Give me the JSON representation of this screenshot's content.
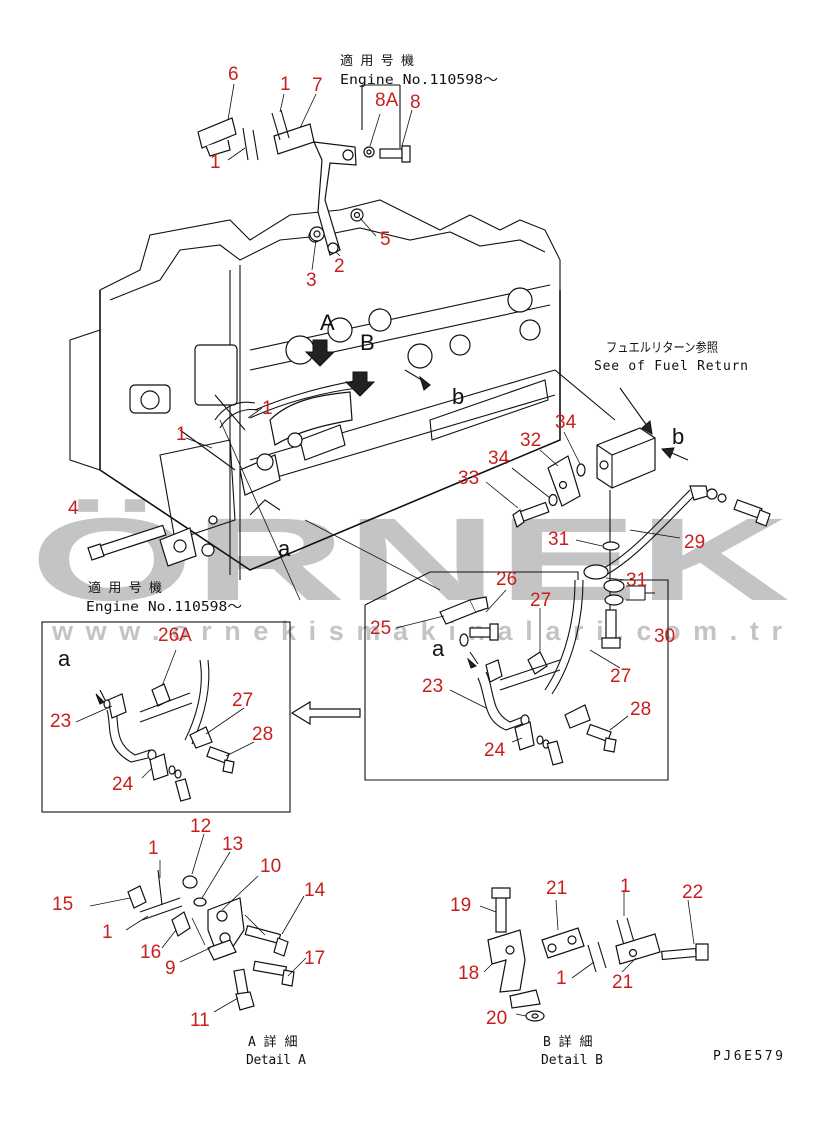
{
  "notes": {
    "top_jp": "適用号機",
    "top_en": "Engine No.110598～",
    "mid_jp": "適用号機",
    "mid_en": "Engine No.110598～",
    "fuel_jp": "フュエルリターン参照",
    "fuel_en": "See of Fuel Return",
    "detail_a_jp": "A 詳 細",
    "detail_a_en": "Detail A",
    "detail_b_jp": "B 詳 細",
    "detail_b_en": "Detail B",
    "code": "PJ6E579"
  },
  "watermark": {
    "big": "ÖRNEK",
    "url": "www.ornekismakinalari.com.tr"
  },
  "view_letters": [
    "A",
    "B",
    "a",
    "b",
    "a",
    "b",
    "a",
    "a"
  ],
  "callouts": [
    "6",
    "1",
    "7",
    "8A",
    "8",
    "1",
    "5",
    "3",
    "2",
    "1",
    "1",
    "4",
    "34",
    "32",
    "34",
    "33",
    "31",
    "29",
    "31",
    "26",
    "27",
    "25",
    "30",
    "23",
    "27",
    "28",
    "24",
    "26A",
    "27",
    "23",
    "28",
    "24",
    "12",
    "13",
    "1",
    "10",
    "15",
    "14",
    "1",
    "16",
    "9",
    "17",
    "11",
    "19",
    "21",
    "1",
    "22",
    "18",
    "1",
    "21",
    "20"
  ]
}
